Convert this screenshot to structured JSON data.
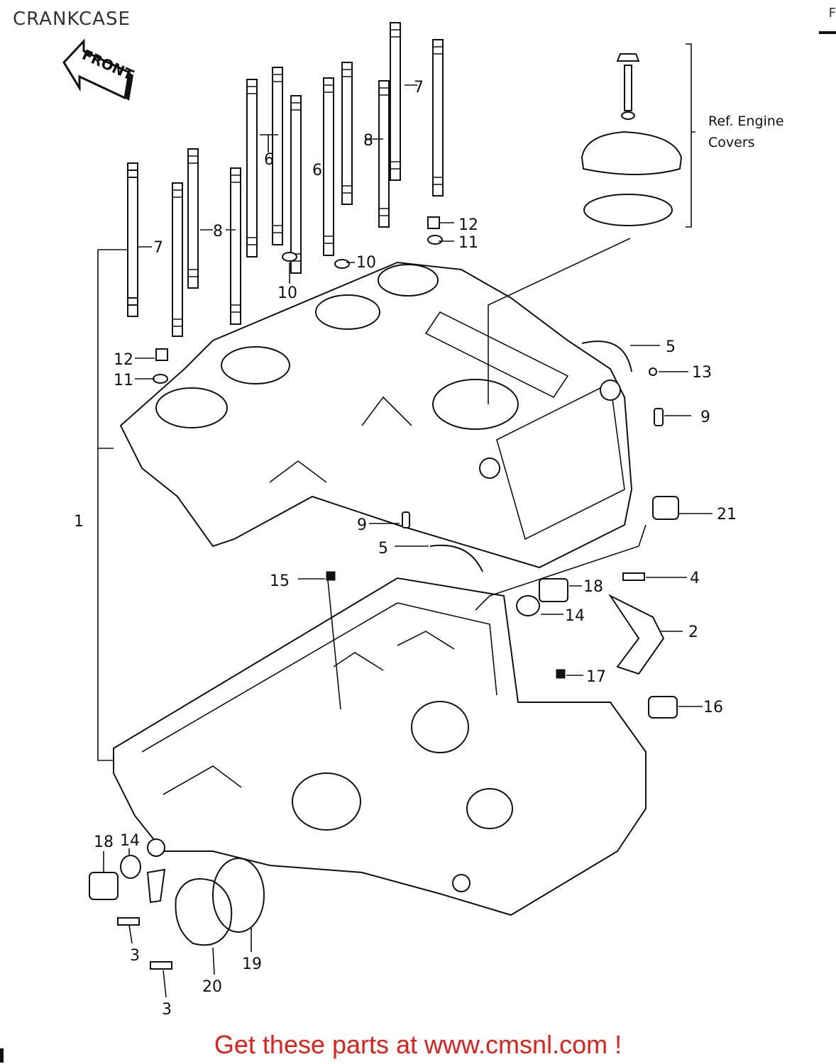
{
  "title": "CRANKCASE",
  "corner_mark": "F",
  "front_arrow_label": "FRONT",
  "reference_note": {
    "line1": "Ref. Engine",
    "line2": "Covers"
  },
  "callouts": {
    "c1": "1",
    "c2": "2",
    "c3a": "3",
    "c3b": "3",
    "c4": "4",
    "c5a": "5",
    "c5b": "5",
    "c6a": "6",
    "c6b": "6",
    "c7a": "7",
    "c7b": "7",
    "c8a": "8",
    "c8b": "8",
    "c9a": "9",
    "c9b": "9",
    "c10a": "10",
    "c10b": "10",
    "c11a": "11",
    "c11b": "11",
    "c12a": "12",
    "c12b": "12",
    "c13": "13",
    "c14a": "14",
    "c14b": "14",
    "c15": "15",
    "c16": "16",
    "c17": "17",
    "c18a": "18",
    "c18b": "18",
    "c19": "19",
    "c20": "20",
    "c21": "21"
  },
  "footer": "Get these parts at www.cmsnl.com !",
  "colors": {
    "footer": "#e0211b",
    "line": "#111111"
  }
}
